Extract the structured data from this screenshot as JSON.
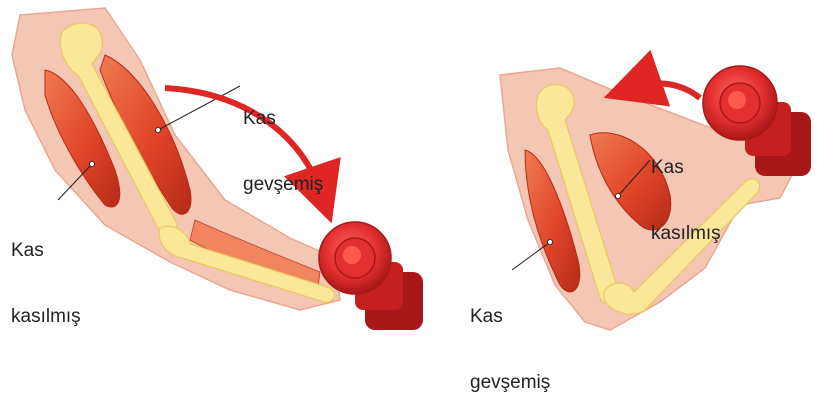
{
  "labels": {
    "left_top": {
      "line1": "Kas",
      "line2": "gevşemiş"
    },
    "left_bottom": {
      "line1": "Kas",
      "line2": "kasılmış"
    },
    "right_top": {
      "line1": "Kas",
      "line2": "kasılmış"
    },
    "right_bottom": {
      "line1": "Kas",
      "line2": "gevşemiş"
    }
  },
  "colors": {
    "skin": "#f4c7b4",
    "skin_edge": "#e8a892",
    "muscle": "#e0452a",
    "muscle_dark": "#b52a16",
    "muscle_light": "#f07a52",
    "bone": "#fbe79a",
    "bone_edge": "#e8c860",
    "dumbbell": "#e42f2f",
    "dumbbell_dark": "#a81818",
    "arrow": "#e02525",
    "leader": "#222222"
  },
  "icons": [
    "arm-extended-illustration",
    "arm-flexed-illustration",
    "dumbbell-icon",
    "curved-arrow-icon"
  ]
}
